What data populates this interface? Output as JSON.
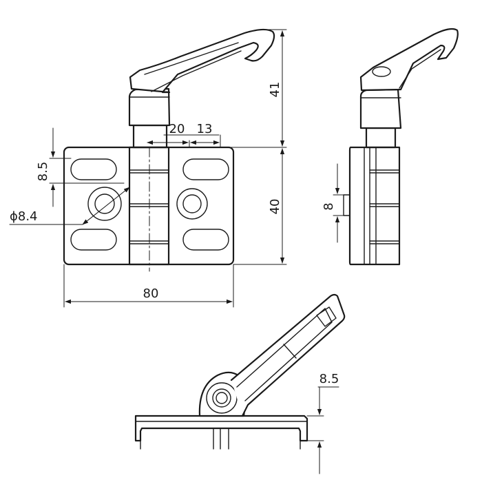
{
  "colors": {
    "line": "#1a1a1a",
    "background": "#ffffff"
  },
  "dimensions": {
    "front_height_lever": "41",
    "front_width_a": "20",
    "front_width_b": "13",
    "front_slot_spacing": "8.5",
    "hole_diameter": "ϕ8.4",
    "front_plate_height": "40",
    "front_plate_width": "80",
    "side_thickness": "8",
    "bottom_height": "8.5"
  }
}
